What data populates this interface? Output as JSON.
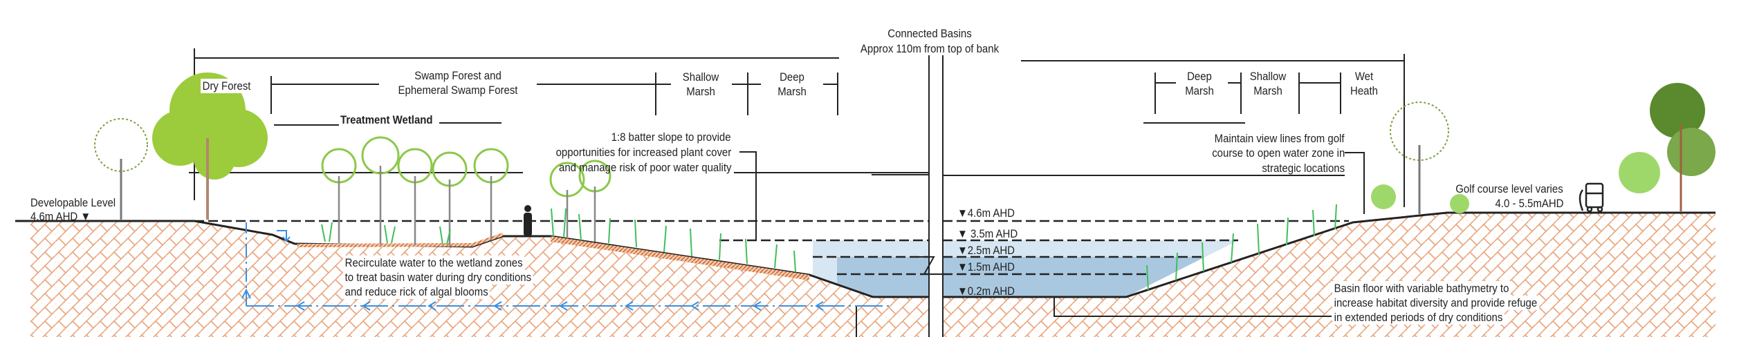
{
  "title": {
    "line1": "Connected Basins",
    "line2": "Approx 110m from top of bank"
  },
  "zones_left": {
    "dry_forest": "Dry Forest",
    "swamp_forest": {
      "line1": "Swamp Forest and",
      "line2": "Ephemeral Swamp Forest"
    },
    "shallow_marsh": {
      "line1": "Shallow",
      "line2": "Marsh"
    },
    "deep_marsh": {
      "line1": "Deep",
      "line2": "Marsh"
    },
    "treatment_wetland": "Treatment Wetland"
  },
  "zones_right": {
    "deep_marsh": {
      "line1": "Deep",
      "line2": "Marsh"
    },
    "shallow_marsh": {
      "line1": "Shallow",
      "line2": "Marsh"
    },
    "wet_heath": {
      "line1": "Wet",
      "line2": "Heath"
    }
  },
  "notes": {
    "batter_slope": [
      "1:8 batter slope to provide",
      "opportunities for increased plant cover",
      "and manage risk of poor water quality"
    ],
    "view_lines": [
      "Maintain view lines from golf",
      "course to open water zone in",
      "strategic locations"
    ],
    "recirculate": [
      "Recirculate water to the wetland zones",
      "to treat basin water during dry conditions",
      "and reduce rick of algal blooms"
    ],
    "basin_floor": [
      "Basin floor with variable bathymetry to",
      "increase habitat diversity and provide refuge",
      "in extended periods of dry conditions"
    ],
    "developable": [
      "Developable Level",
      "4.6m AHD ▼"
    ],
    "golf": [
      "Golf course level varies",
      "4.0 - 5.5mAHD"
    ]
  },
  "levels": [
    "▼4.6m AHD",
    "▼ 3.5m AHD",
    "▼2.5m AHD",
    "▼1.5m AHD",
    "▼0.2m AHD"
  ],
  "colors": {
    "soil_hatch": "#e9a57c",
    "water_light": "#d6e6f2",
    "water_deep": "#a9c8e0",
    "recirculation": "#3a8fe0",
    "foliage": "#9ccc3c",
    "reeds": "#3fbf5a"
  }
}
